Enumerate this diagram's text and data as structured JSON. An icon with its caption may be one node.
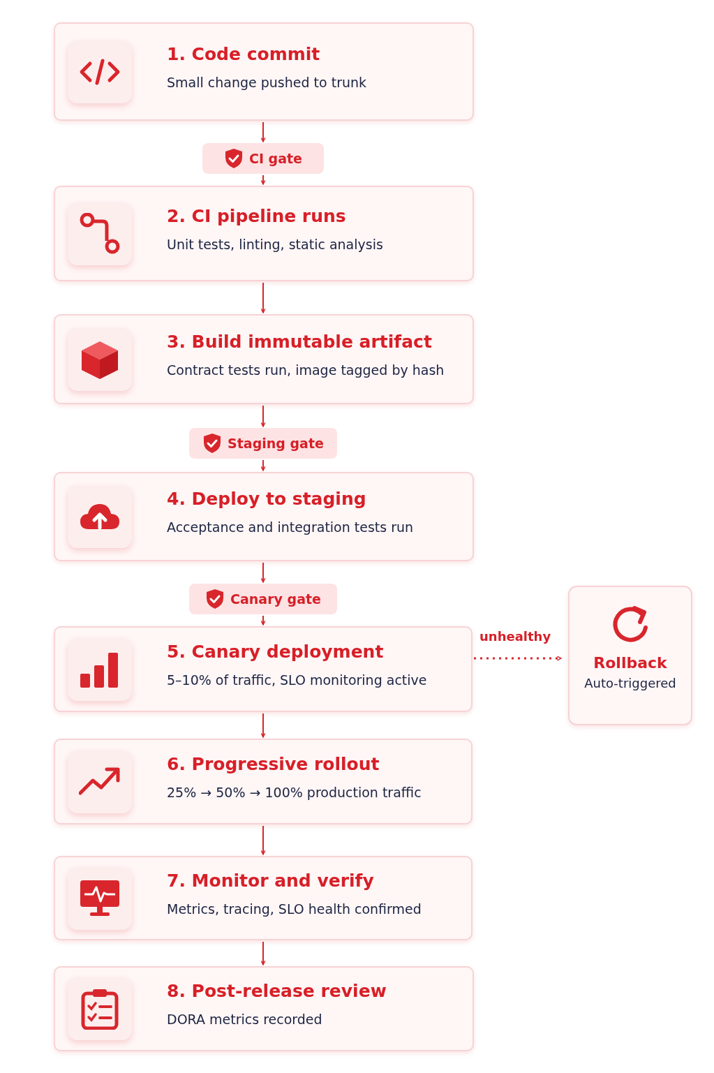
{
  "diagram": {
    "nodes": [
      {
        "text": [
          "1. Code commit",
          "Small change pushed to trunk"
        ]
      },
      {
        "text": [
          "CI gate"
        ]
      },
      {
        "text": [
          "2. CI pipeline runs",
          "Unit tests, linting, static analysis"
        ]
      },
      {
        "text": [
          "3. Build immutable artifact",
          "Contract tests run, image tagged by hash"
        ]
      },
      {
        "text": [
          "Staging gate"
        ]
      },
      {
        "text": [
          "4. Deploy to staging",
          "Acceptance and integration tests run"
        ]
      },
      {
        "text": [
          "Canary gate"
        ]
      },
      {
        "text": [
          "5. Canary deployment",
          "5–10% of traffic, SLO monitoring active"
        ]
      },
      {
        "text": [
          "Rollback",
          "Auto-triggered"
        ]
      },
      {
        "text": [
          "6. Progressive rollout",
          "25% → 50% → 100% production traffic"
        ]
      },
      {
        "text": [
          "7. Monitor and verify",
          "Metrics, tracing, SLO health confirmed"
        ]
      },
      {
        "text": [
          "8. Post-release review",
          "DORA metrics recorded"
        ]
      }
    ],
    "edges": [
      {
        "from": 0,
        "to": 1,
        "arrow": "to"
      },
      {
        "from": 1,
        "to": 2,
        "arrow": "to"
      },
      {
        "from": 2,
        "to": 3,
        "arrow": "to"
      },
      {
        "from": 3,
        "to": 4,
        "arrow": "to"
      },
      {
        "from": 4,
        "to": 5,
        "arrow": "to"
      },
      {
        "from": 5,
        "to": 6,
        "arrow": "to"
      },
      {
        "from": 6,
        "to": 7,
        "arrow": "to"
      },
      {
        "from": 7,
        "to": 8,
        "arrow": "to",
        "label": "unhealthy",
        "style": "dashed"
      },
      {
        "from": 7,
        "to": 9,
        "arrow": "to"
      },
      {
        "from": 9,
        "to": 10,
        "arrow": "to"
      },
      {
        "from": 10,
        "to": 11,
        "arrow": "to"
      }
    ]
  }
}
